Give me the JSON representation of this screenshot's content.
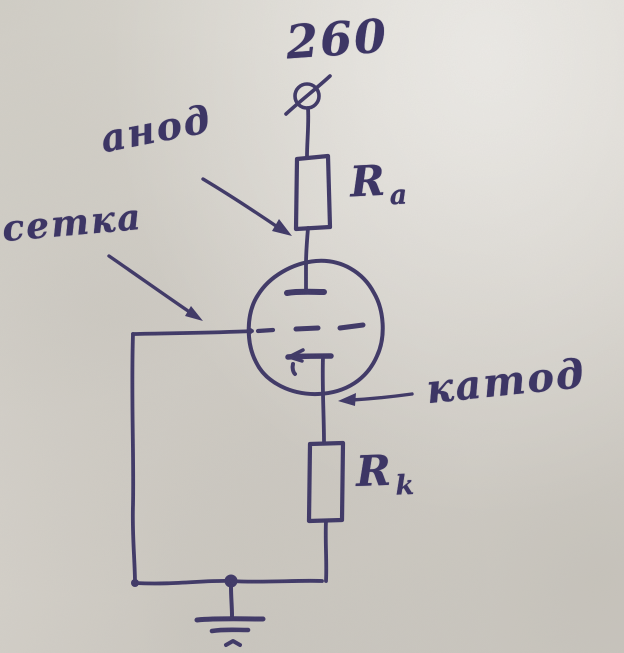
{
  "diagram": {
    "supply_voltage_label": "260",
    "labels": {
      "anode": "анод",
      "grid": "сетка",
      "cathode": "катод"
    },
    "resistors": {
      "anode": {
        "symbol": "R",
        "subscript": "a"
      },
      "cathode": {
        "symbol": "R",
        "subscript": "k"
      }
    },
    "colors": {
      "ink": "#3e3766",
      "paper": "#d8d4cd"
    }
  }
}
